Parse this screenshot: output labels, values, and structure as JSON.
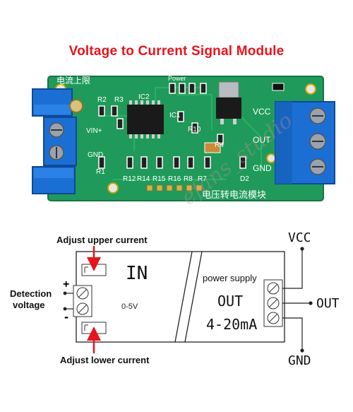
{
  "title": "Voltage to Current Signal Module",
  "watermark": "efans_studio",
  "board": {
    "colors": {
      "pcb": "#1f9a5a",
      "terminal": "#1b6fd4",
      "silk": "#ffffff"
    },
    "labels": {
      "current_upper_cn": "电流上限",
      "module_name_cn": "电压转电流模块",
      "power": "Power",
      "vcc": "VCC",
      "out": "OUT",
      "gnd": "GND",
      "vin": "VIN+",
      "gnd_left": "GND",
      "ic1": "IC1",
      "ic2": "IC2",
      "r1": "R1",
      "r2": "R2",
      "r3": "R3",
      "r4": "R4",
      "r10": "R10",
      "r12": "R12",
      "r14": "R14",
      "r15": "R15",
      "r16": "R16",
      "r8": "R8",
      "r7": "R7",
      "d2": "D2"
    }
  },
  "diagram": {
    "adjust_upper": "Adjust upper current",
    "adjust_lower": "Adjust lower current",
    "detection": "Detection",
    "voltage": "voltage",
    "plus": "+",
    "minus": "-",
    "in_label": "IN",
    "range": "0-5V",
    "power_supply": "power supply",
    "out_label": "OUT",
    "current_range": "4-20mA",
    "vcc": "VCC",
    "out_right": "OUT",
    "gnd": "GND"
  }
}
